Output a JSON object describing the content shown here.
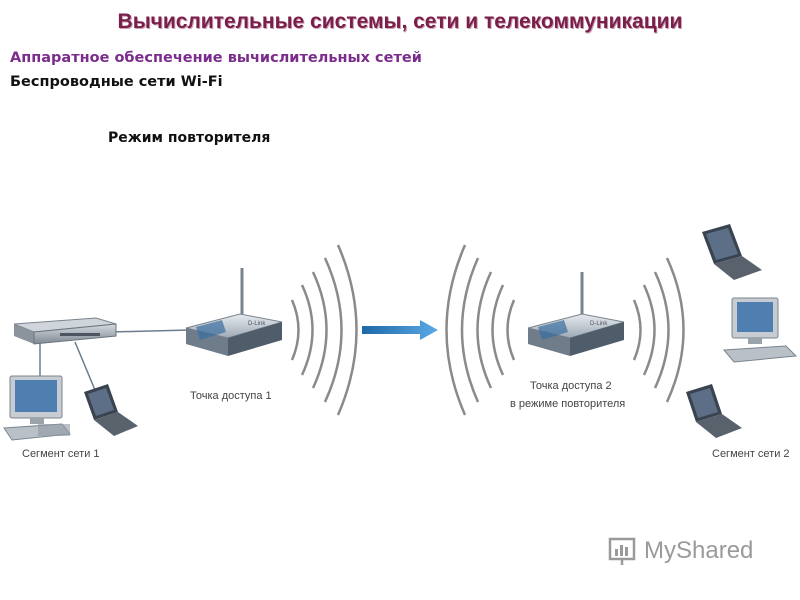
{
  "title": "Вычислительные системы, сети и телекоммуникации",
  "subtitle1": "Аппаратное обеспечение вычислительных сетей",
  "subtitle2": "Беспроводные сети Wi-Fi",
  "mode_label": "Режим повторителя",
  "labels": {
    "ap1": "Точка доступа 1",
    "ap2_line1": "Точка доступа 2",
    "ap2_line2": "в режиме повторителя",
    "segment1": "Сегмент сети 1",
    "segment2": "Сегмент сети 2"
  },
  "device_brand": "D-Link",
  "watermark": "MyShared",
  "colors": {
    "title": "#7a1f4a",
    "subtitle1": "#7b2c8c",
    "arrow": "#2b7fc4",
    "waves": "#8a8a8a"
  },
  "icons": [
    "switch-icon",
    "router-icon",
    "desktop-computer-icon",
    "laptop-icon",
    "wireless-waves-icon",
    "arrow-right-icon"
  ]
}
